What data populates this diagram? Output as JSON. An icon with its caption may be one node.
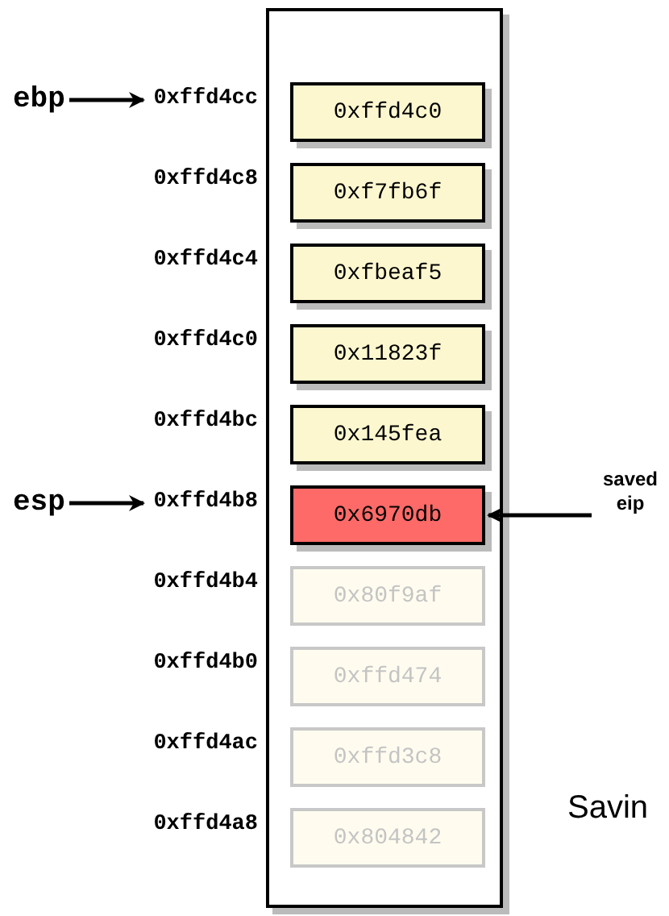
{
  "diagram": {
    "nodes": [
      {
        "text": [],
        "shape": "box"
      },
      {
        "text": [
          "0xffd4c0"
        ],
        "in": 0
      },
      {
        "text": [
          "0xf7fb6f"
        ],
        "in": 0
      },
      {
        "text": [
          "0xfbeaf5"
        ],
        "in": 0
      },
      {
        "text": [
          "0x11823f"
        ],
        "in": 0
      },
      {
        "text": [
          "0x145fea"
        ],
        "in": 0
      },
      {
        "text": [
          "0x6970db"
        ],
        "in": 0
      },
      {
        "text": [
          "0x80f9af"
        ],
        "in": 0
      },
      {
        "text": [
          "0xffd474"
        ],
        "in": 0
      },
      {
        "text": [
          "0xffd3c8"
        ],
        "in": 0
      },
      {
        "text": [
          "0x804842"
        ],
        "in": 0
      },
      {
        "text": [
          "0xffd4cc"
        ]
      },
      {
        "text": [
          "0xffd4c8"
        ]
      },
      {
        "text": [
          "0xffd4c4"
        ]
      },
      {
        "text": [
          "0xffd4c0"
        ]
      },
      {
        "text": [
          "0xffd4bc"
        ]
      },
      {
        "text": [
          "0xffd4b8"
        ]
      },
      {
        "text": [
          "0xffd4b4"
        ]
      },
      {
        "text": [
          "0xffd4b0"
        ]
      },
      {
        "text": [
          "0xffd4ac"
        ]
      },
      {
        "text": [
          "0xffd4a8"
        ]
      },
      {
        "text": [
          "ebp"
        ]
      },
      {
        "text": [
          "esp"
        ]
      },
      {
        "text": [
          "saved eip"
        ]
      }
    ],
    "edges": [
      {
        "from": 21,
        "to": 11,
        "arrow": "to"
      },
      {
        "from": 22,
        "to": 16,
        "arrow": "to"
      },
      {
        "from": 23,
        "to": 6,
        "arrow": "to"
      }
    ],
    "labels": [
      "Savin"
    ]
  }
}
